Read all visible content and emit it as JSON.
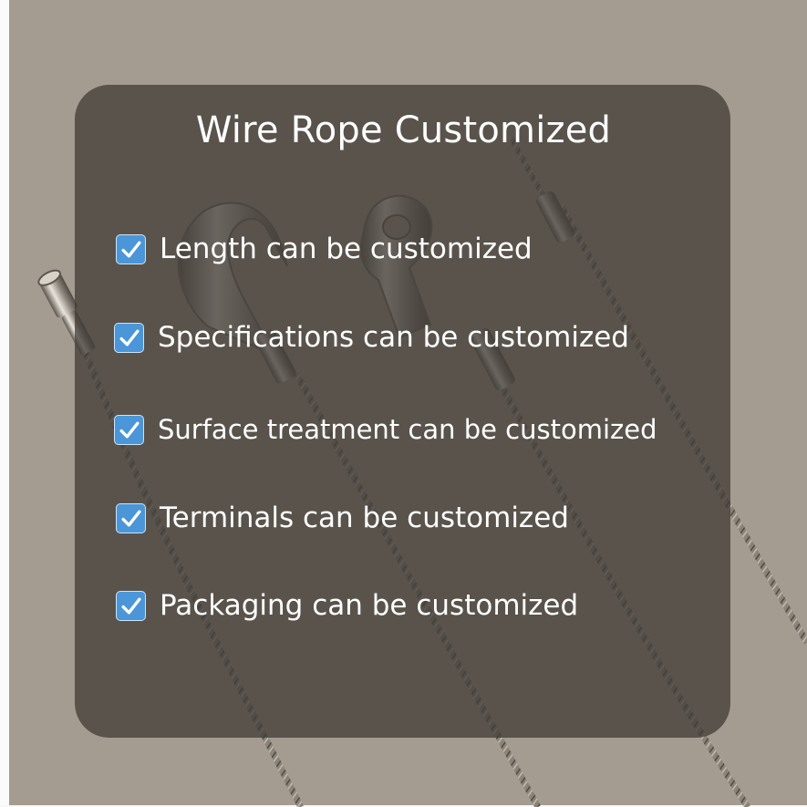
{
  "poster": {
    "title": "Wire Rope Customized",
    "icon": "check-mark-button-icon",
    "colors": {
      "background": "#a49c90",
      "overlay_card": "#423d37",
      "text": "#ffffff",
      "check_icon": "#4a96d8"
    },
    "features": [
      {
        "icon": "check-mark-button-icon",
        "label": "Length can be customized"
      },
      {
        "icon": "check-mark-button-icon",
        "label": "Specifications can be customized"
      },
      {
        "icon": "check-mark-button-icon",
        "label": "Surface treatment can be customized"
      },
      {
        "icon": "check-mark-button-icon",
        "label": "Terminals can be customized"
      },
      {
        "icon": "check-mark-button-icon",
        "label": "Packaging can be customized"
      }
    ]
  }
}
